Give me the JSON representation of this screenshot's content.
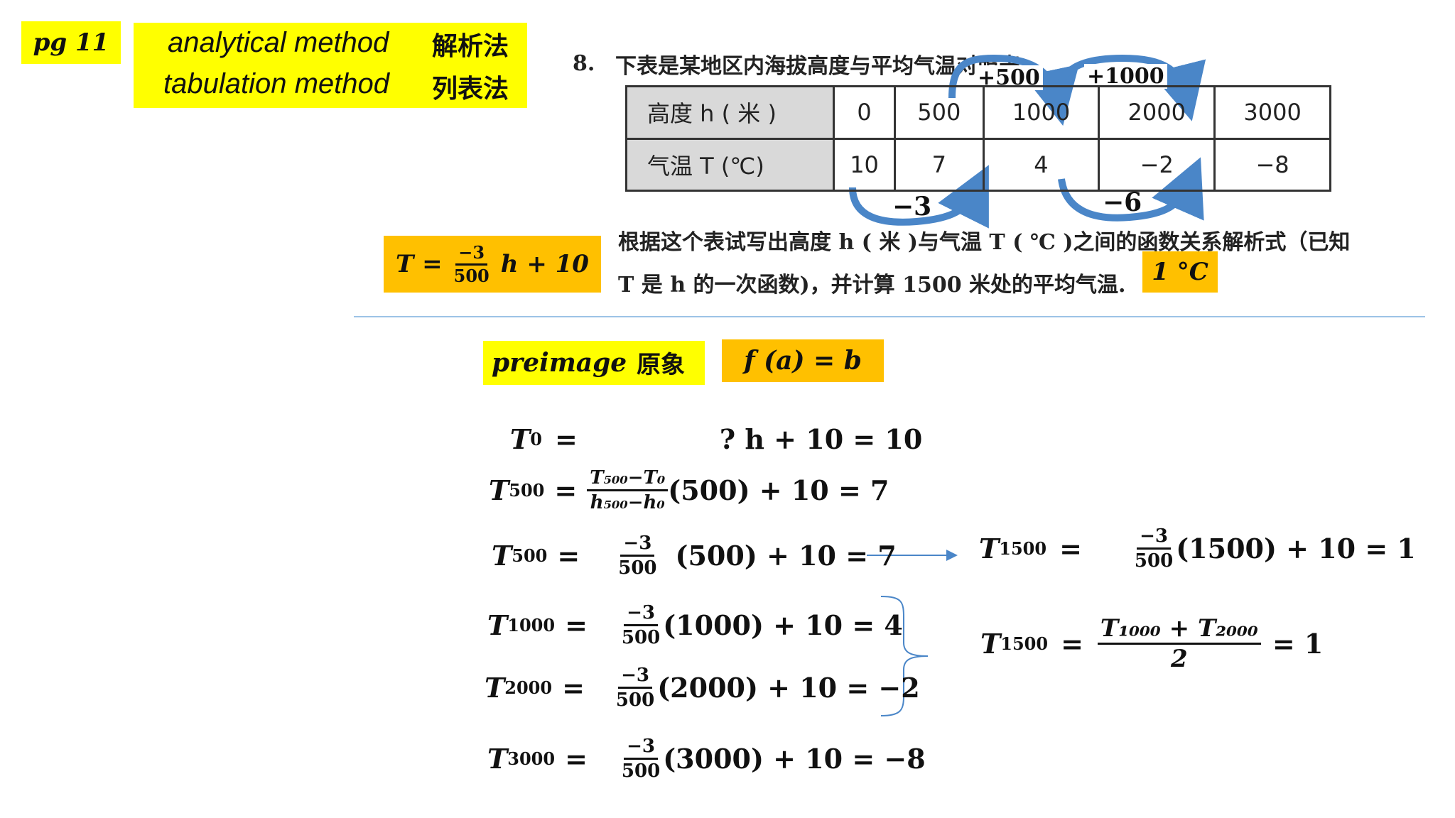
{
  "tags": {
    "page": "pg 11",
    "method_en_1": "analytical method",
    "method_en_2": "tabulation method",
    "method_cn_1": "解析法",
    "method_cn_2": "列表法",
    "preimage_en": "preimage",
    "preimage_cn": "原象",
    "function_def": "f (a) = b",
    "answer": "1 °C"
  },
  "problem": {
    "number": "8.",
    "intro": "下表是某地区内海拔高度与平均气温对照表。",
    "body_1": "根据这个表试写出高度 h ( 米 )与气温 T ( ℃ )之间的函数关系解析式（已知",
    "body_2": "T 是 h 的一次函数)，并计算 1500 米处的平均气温."
  },
  "table": {
    "row_headers": [
      "高度 h ( 米 )",
      "气温 T (℃)"
    ],
    "heights": [
      "0",
      "500",
      "1000",
      "2000",
      "3000"
    ],
    "temps": [
      "10",
      "7",
      "4",
      "−2",
      "−8"
    ]
  },
  "annotations": {
    "plus_500": "+500",
    "plus_1000": "+1000",
    "minus_3": "−3",
    "minus_6": "−6"
  },
  "formula": {
    "lhs": "T =",
    "num": "−3",
    "den": "500",
    "rhs": "h + 10"
  },
  "steps": {
    "t0_lhs": "T",
    "t0_sub": "0",
    "t0_eq": "=",
    "t0_rhs": "? h + 10 = 10",
    "t500a_sub": "500",
    "t500a_num": "T₅₀₀−T₀",
    "t500a_den": "h₅₀₀−h₀",
    "t500a_rhs": "(500) + 10 = 7",
    "t500b_sub": "500",
    "t500b_rhs": "(500) + 10 = 7",
    "t1000_sub": "1000",
    "t1000_rhs": "(1000) + 10 = 4",
    "t2000_sub": "2000",
    "t2000_rhs": "(2000) + 10 = −2",
    "t3000_sub": "3000",
    "t3000_rhs": "(3000) + 10 = −8",
    "frac_num": "−3",
    "frac_den": "500",
    "t1500a_sub": "1500",
    "t1500a_rhs": "(1500) + 10 = 1",
    "t1500b_sub": "1500",
    "avg_num": "T₁₀₀₀ + T₂₀₀₀",
    "avg_den": "2",
    "avg_rhs": "= 1"
  },
  "colors": {
    "yellow": "#ffff00",
    "orange": "#ffc000",
    "arrow_blue": "#4a86c8",
    "divider": "#9dc3e6"
  }
}
